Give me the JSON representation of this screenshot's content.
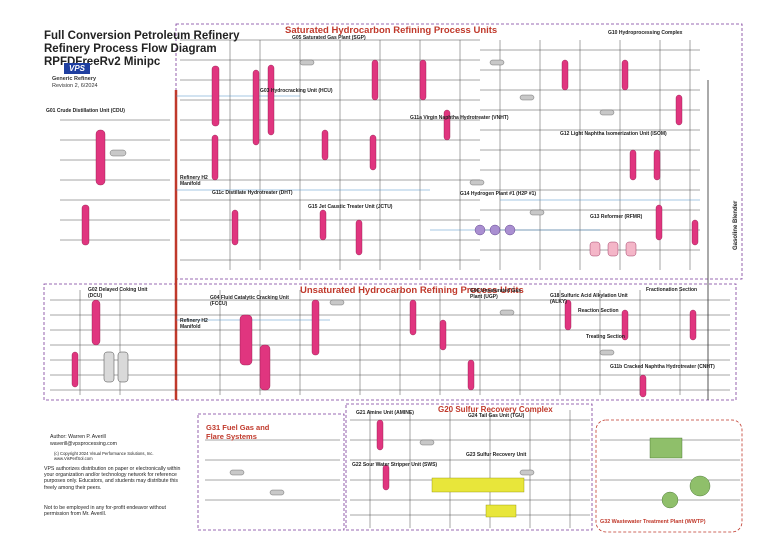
{
  "header": {
    "title_line1": "Full Conversion Petroleum Refinery",
    "title_line2": "Refinery Process Flow Diagram",
    "title_line3": "RPFDFreeRv2 Minipc",
    "logo_text": "VPS",
    "company": "Generic Refinery",
    "revision": "Revision 2, 6/2024"
  },
  "regions": {
    "saturated": "Saturated Hydrocarbon Refining Process Units",
    "unsaturated": "Unsaturated Hydrocarbon Refining Process Units",
    "sulfur": "G20 Sulfur Recovery Complex",
    "fuelgas": "G31 Fuel Gas and Flare Systems",
    "wastewater": "G32 Wastewater Treatment Plant (WWTP)",
    "gasoline_blender": "Gasoline Blender"
  },
  "units": {
    "cdu": "G01 Crude Distillation Unit (CDU)",
    "sgp": "G05 Saturated Gas Plant (SGP)",
    "hcu": "G03 Hydrocracking Unit (HCU)",
    "hydroprocessing": "G10 Hydroprocessing Complex",
    "nht": "G11a Virgin Naphtha Hydrotreater (VNHT)",
    "isom": "G12 Light Naphtha Isomerization Unit (ISOM)",
    "dht": "G11c Distillate Hydrotreater (DHT)",
    "jctu": "G15 Jet Caustic Treater Unit (JCTU)",
    "h2p": "G14 Hydrogen Plant #1 (H2P #1)",
    "rfmr": "G13 Reformer (RFMR)",
    "refinery_h2_manifold": "Refinery H2 Manifold",
    "dcu": "G02 Delayed Coking Unit (DCU)",
    "fcc": "G04 Fluid Catalytic Cracking Unit (FCCU)",
    "ugp": "G06 Unsaturated Gas Plant (UGP)",
    "alky": "G18 Sulfuric Acid Alkylation Unit (ALKY)",
    "cnht": "G11b Cracked Naphtha Hydrotreater (CNHT)",
    "refinery_h2_manifold_2": "Refinery H2 Manifold",
    "amine": "G21 Amine Unit (AMINE)",
    "tgu": "G24 Tail Gas Unit (TGU)",
    "sru": "G23 Sulfur Recovery Unit",
    "sws": "G22 Sour Water Stripper Unit (SWS)",
    "fractionation": "Fractionation Section",
    "reaction": "Reaction Section",
    "treating": "Treating Section"
  },
  "footer": {
    "author": "Author: Warren P. Averill",
    "email": "waverill@vpsprocessing.com",
    "copyright": "(c) Copyright 2024 Visual Performance Solutions, Inc. www.VisPerfSol.com",
    "permission": "VPS authorizes distribution on paper or electronically within your organization and/or technology network for reference purposes only. Educators, and students may distribute this freely among their peers.",
    "restriction": "Not to be employed in any for-profit endeavor without permission from Mr. Averill."
  },
  "colors": {
    "region_border": "#7a3a9a",
    "region_title": "#c0392b",
    "equipment_fill": "#e0357f",
    "pipe": "#3a3a3a",
    "h2_pipe": "#4a90c8",
    "sulfur_fill": "#e8e63a",
    "equipment_gray": "#c8c8c8"
  }
}
